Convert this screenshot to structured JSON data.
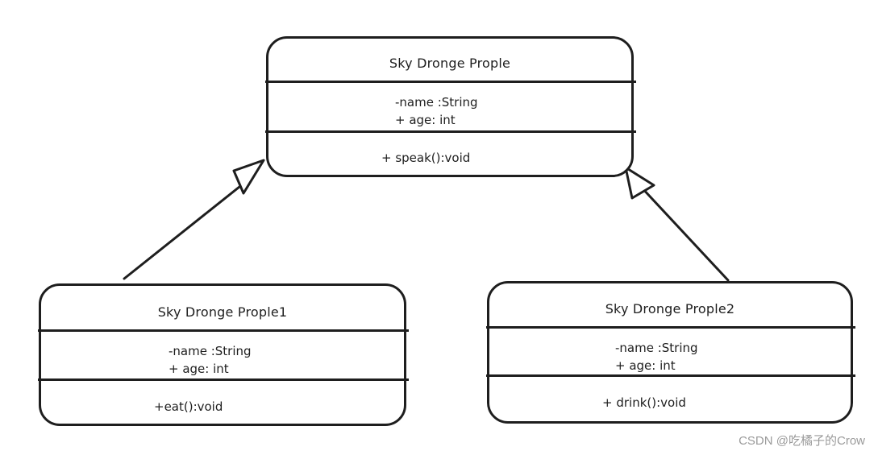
{
  "classes": {
    "parent": {
      "name": "Sky Dronge Prople",
      "attributes": [
        "-name :String",
        "+ age: int"
      ],
      "methods": [
        "+ speak():void"
      ]
    },
    "child1": {
      "name": "Sky Dronge Prople1",
      "attributes": [
        "-name :String",
        "+ age: int"
      ],
      "methods": [
        "+eat():void"
      ]
    },
    "child2": {
      "name": "Sky Dronge Prople2",
      "attributes": [
        "-name :String",
        "+ age: int"
      ],
      "methods": [
        "+ drink():void"
      ]
    }
  },
  "relations": [
    {
      "from": "child1",
      "to": "parent",
      "type": "inheritance"
    },
    {
      "from": "child2",
      "to": "parent",
      "type": "inheritance"
    }
  ],
  "watermark": "CSDN @吃橘子的Crow",
  "colors": {
    "stroke": "#1e1e1e",
    "watermark": "#9a9a9a"
  }
}
